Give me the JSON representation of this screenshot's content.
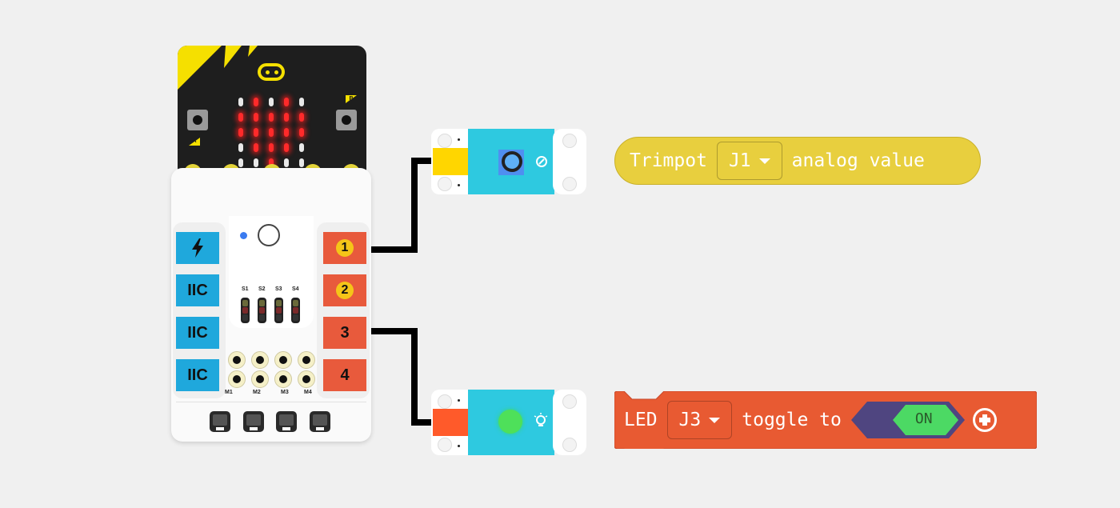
{
  "microbit": {
    "button_a_label": "A",
    "button_b_label": "B",
    "led_matrix": [
      [
        0,
        1,
        0,
        1,
        0
      ],
      [
        1,
        1,
        1,
        1,
        1
      ],
      [
        1,
        1,
        1,
        1,
        1
      ],
      [
        0,
        1,
        1,
        1,
        0
      ],
      [
        0,
        0,
        1,
        0,
        0
      ]
    ],
    "led_on_color": "#ff2a2a",
    "accent_color": "#f5e000"
  },
  "board": {
    "left_ports": [
      {
        "label": "",
        "icon": "lightning-icon"
      },
      {
        "label": "IIC"
      },
      {
        "label": "IIC"
      },
      {
        "label": "IIC"
      }
    ],
    "right_ports": [
      {
        "label": "1",
        "circled": true
      },
      {
        "label": "2",
        "circled": true
      },
      {
        "label": "3",
        "circled": false
      },
      {
        "label": "4",
        "circled": false
      }
    ],
    "switch_labels": [
      "S1",
      "S2",
      "S3",
      "S4"
    ],
    "motor_labels": [
      "M1",
      "M2",
      "M3",
      "M4"
    ]
  },
  "modules": {
    "trimpot": {
      "name": "trimpot",
      "connector_color": "#ffd600",
      "icon": "gauge-icon"
    },
    "led": {
      "name": "led",
      "connector_color": "#ff5a2a",
      "icon": "lightbulb-icon"
    }
  },
  "blocks": {
    "trimpot": {
      "prefix": "Trimpot",
      "port": "J1",
      "suffix": "analog value",
      "color": "#e8cf3e"
    },
    "led": {
      "prefix": "LED",
      "port": "J3",
      "middle": "toggle to",
      "value": "ON",
      "color": "#e85a32",
      "toggle_bg": "#4f4580",
      "toggle_on": "#4cd964"
    }
  }
}
